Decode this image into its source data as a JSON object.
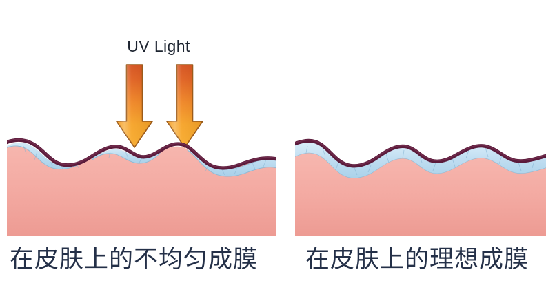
{
  "diagram": {
    "title": "UV light sunscreen film formation comparison",
    "uv_label": "UV Light",
    "arrows": [
      {
        "name": "uv-arrow-left",
        "direction": "down"
      },
      {
        "name": "uv-arrow-right",
        "direction": "down"
      }
    ],
    "panels": [
      {
        "id": "uneven",
        "caption": "在皮肤上的不均匀成膜",
        "film_description": "patchy discontinuous film pooling in valleys",
        "layers": [
          "skin",
          "film",
          "surface-line"
        ]
      },
      {
        "id": "ideal",
        "caption": "在皮肤上的理想成膜",
        "film_description": "continuous uniform film following skin contour",
        "layers": [
          "skin",
          "film",
          "surface-line"
        ]
      }
    ]
  },
  "colors": {
    "background": "#ffffff",
    "skin_top": "#f6b3ab",
    "skin_bottom": "#ef9f98",
    "film_blue": "#c4dff1",
    "film_blue_light": "#ddeef9",
    "film_edge": "#8fb9d4",
    "surface_line": "#5b1b3b",
    "arrow_top": "#d9521d",
    "arrow_bottom": "#f7a32a",
    "arrow_outline": "#9c5a18",
    "text": "#243048",
    "uv_text": "#1d2430"
  }
}
